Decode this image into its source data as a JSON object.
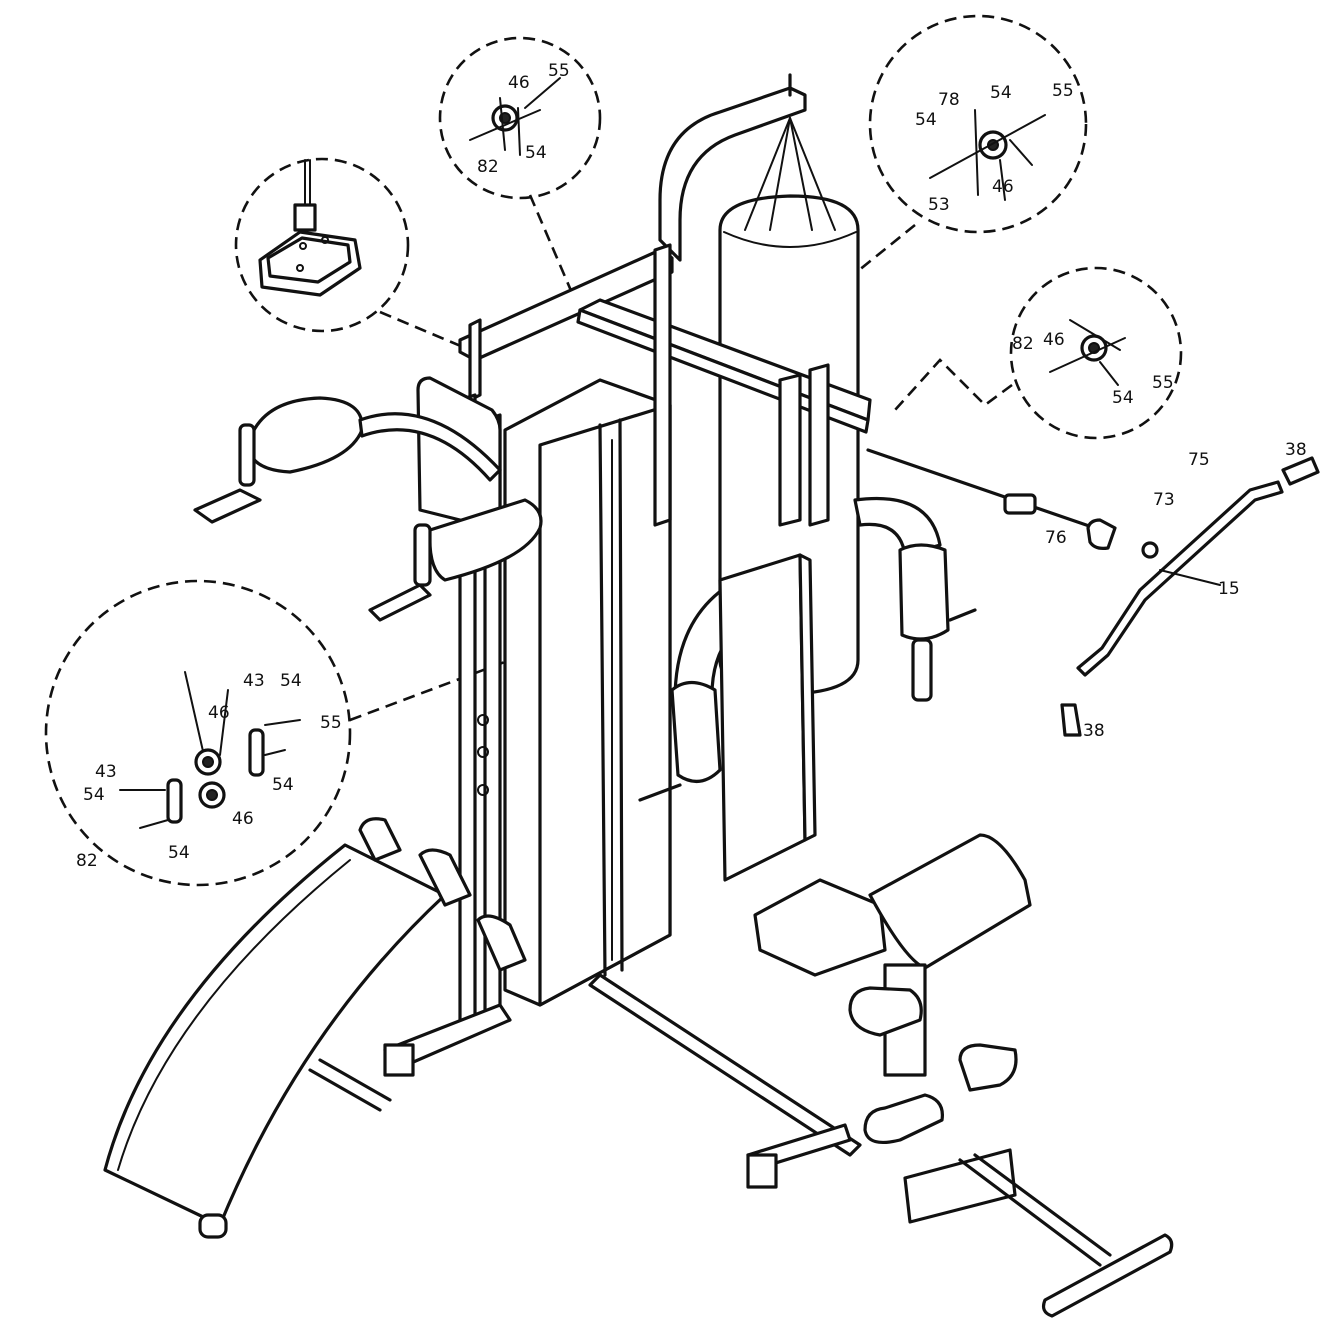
{
  "callouts": {
    "c1": {
      "l0": "46",
      "l1": "55",
      "l2": "54",
      "l3": "82"
    },
    "c2": {
      "l0": "78",
      "l1": "54",
      "l2": "55",
      "l3": "54",
      "l4": "53",
      "l5": "46"
    },
    "c3": {
      "l0": "82",
      "l1": "46",
      "l2": "55",
      "l3": "54"
    },
    "c4": {
      "l0": "43",
      "l1": "54",
      "l2": "46",
      "l3": "55",
      "l4": "43",
      "l5": "54",
      "l6": "54",
      "l7": "46",
      "l8": "82",
      "l9": "54"
    },
    "bar": {
      "l0": "75",
      "l1": "38",
      "l2": "73",
      "l3": "76",
      "l4": "15",
      "l5": "38"
    }
  }
}
